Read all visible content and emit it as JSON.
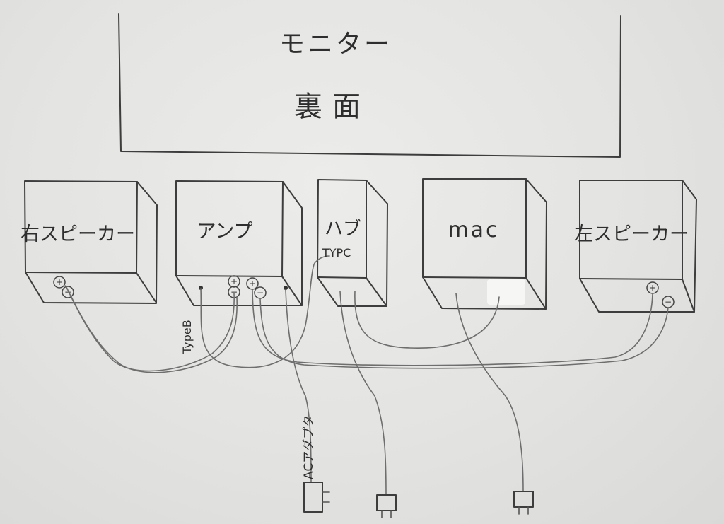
{
  "monitor": {
    "line1": "モニター",
    "line2": "裏面"
  },
  "devices": [
    {
      "id": "right-speaker",
      "label": "右スピーカー"
    },
    {
      "id": "amp",
      "label": "アンプ"
    },
    {
      "id": "hub",
      "label": "ハブ"
    },
    {
      "id": "mac",
      "label": "mac"
    },
    {
      "id": "left-speaker",
      "label": "左スピーカー"
    }
  ],
  "terminals": {
    "plus": "+",
    "minus": "−"
  },
  "cable_labels": {
    "type_c": "TYPC",
    "type_b": "TypeB",
    "ac_adapter": "ACアダプタ"
  }
}
